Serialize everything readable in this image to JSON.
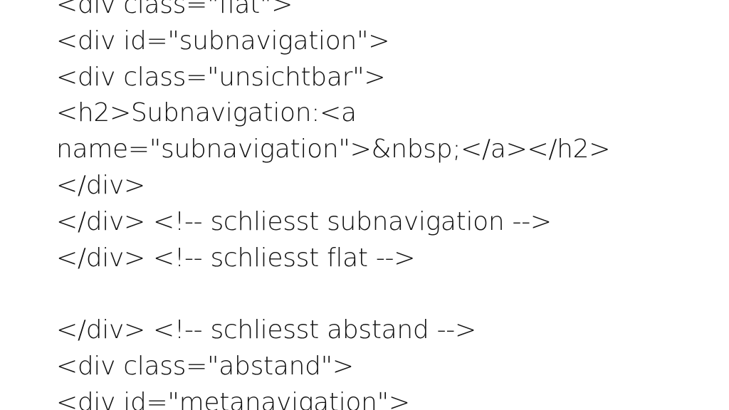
{
  "slide": {
    "lines": [
      "<div class=\"flat\">",
      "<div id=\"subnavigation\">",
      "<div class=\"unsichtbar\">",
      "<h2>Subnavigation:<a",
      "name=\"subnavigation\">&nbsp;</a></h2>",
      "</div>",
      "</div> <!-- schliesst subnavigation -->",
      "</div> <!-- schliesst flat -->",
      "",
      "</div> <!-- schliesst abstand -->",
      "<div class=\"abstand\">",
      "<div id=\"metanavigation\">"
    ]
  }
}
